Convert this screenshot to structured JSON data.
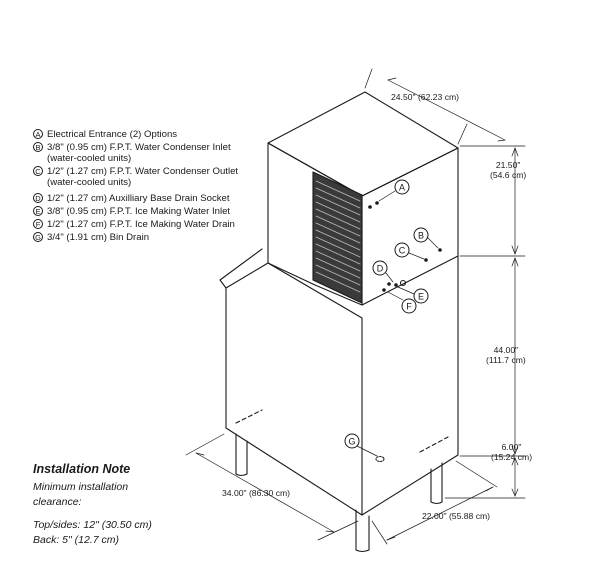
{
  "legend": [
    {
      "key": "A",
      "text": "Electrical Entrance (2) Options"
    },
    {
      "key": "B",
      "text": "3/8\" (0.95 cm) F.P.T. Water Condenser Inlet\n(water-cooled units)"
    },
    {
      "key": "C",
      "text": "1/2\" (1.27 cm)  F.P.T. Water Condenser Outlet\n(water-cooled units)"
    },
    {
      "key": "D",
      "text": "1/2\" (1.27 cm) Auxilliary Base Drain Socket"
    },
    {
      "key": "E",
      "text": "3/8\" (0.95 cm) F.P.T. Ice Making Water Inlet"
    },
    {
      "key": "F",
      "text": "1/2\" (1.27 cm) F.P.T. Ice Making Water Drain"
    },
    {
      "key": "G",
      "text": "3/4\" (1.91 cm) Bin Drain"
    }
  ],
  "note": {
    "title": "Installation Note",
    "lines": [
      "Minimum installation",
      "clearance:",
      "Top/sides: 12\" (30.50 cm)",
      "Back:  5\" (12.7 cm)"
    ]
  },
  "dimensions": {
    "top_width": "24.50\" (62.23 cm)",
    "head_height": "21.50\"\n(54.6 cm)",
    "bin_height": "44.00\"\n(111.7 cm)",
    "leg_height": "6.00\"\n(15.24 cm)",
    "bin_width": "34.00\" (86.30 cm)",
    "bin_depth": "22.00\" (55.88 cm)"
  },
  "callouts": [
    "A",
    "B",
    "C",
    "D",
    "E",
    "F",
    "G"
  ]
}
